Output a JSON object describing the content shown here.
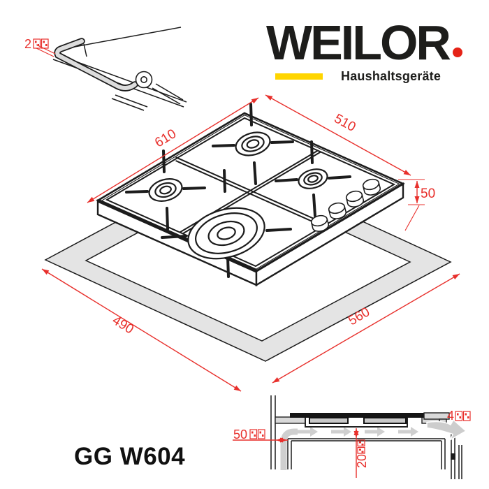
{
  "brand": {
    "logo_text": "WEILOR",
    "tagline": "Haushaltsgeräte",
    "logo_color": "#1d1d1b",
    "dot_color": "#e52317",
    "bar_color": "#ffd500"
  },
  "model": {
    "name": "GG W604"
  },
  "drawing": {
    "dimension_color": "#e8302c",
    "line_color": "#1c1c1c",
    "cutout_fill": "#e4e4e4",
    "note": "unit glyphs after numbers render as missing-glyph boxes"
  },
  "dims": {
    "seal_thickness": {
      "value": "2",
      "unit_boxes": 2
    },
    "hob_width": {
      "value": "610"
    },
    "hob_depth": {
      "value": "510"
    },
    "body_height": {
      "value": "50"
    },
    "cutout_depth": {
      "value": "490"
    },
    "cutout_width": {
      "value": "560"
    },
    "wall_clearance": {
      "value": "50",
      "unit_boxes": 2
    },
    "bottom_gap": {
      "value": "20",
      "unit_boxes": 2
    },
    "edge_gap": {
      "value": "4",
      "unit_boxes": 2
    }
  }
}
